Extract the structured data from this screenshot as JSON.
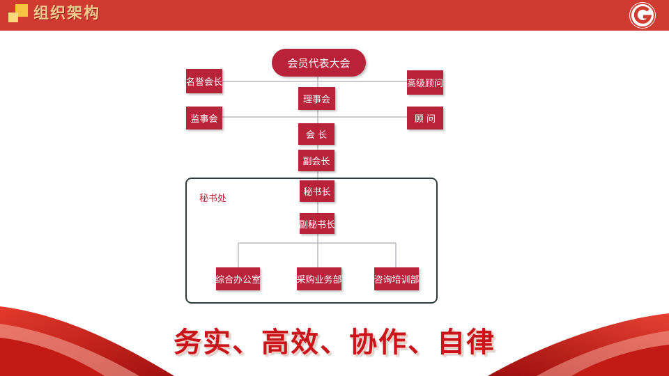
{
  "header": {
    "title": "组织架构",
    "color": "#d13a30",
    "title_color": "#f3c98f"
  },
  "brand_badge": {
    "icon": "g-emblem-icon",
    "color": "#d13a30"
  },
  "org_chart": {
    "top": "会员代表大会",
    "left_nodes": [
      "名誉会长",
      "监事会"
    ],
    "right_nodes": [
      "高级顾问",
      "顾 问"
    ],
    "chain": [
      "理事会",
      "会 长",
      "副会长"
    ],
    "secretariat": {
      "label": "秘书处",
      "chain": [
        "秘书长",
        "副秘书长"
      ],
      "departments": [
        "综合办公室",
        "采购业务部",
        "咨询培训部"
      ]
    },
    "node_color": "#b8233a"
  },
  "slogan": "务实、高效、协作、自律"
}
